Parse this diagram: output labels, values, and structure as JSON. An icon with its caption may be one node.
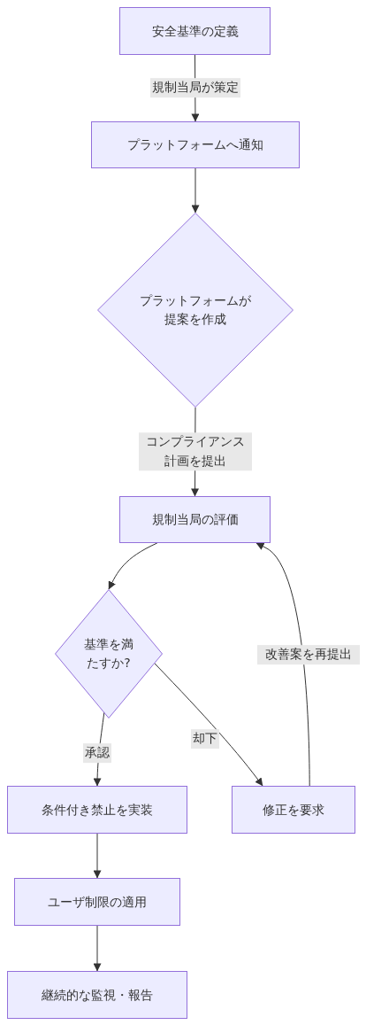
{
  "diagram": {
    "nodes": [
      {
        "text": [
          "安全基準の定義"
        ]
      },
      {
        "text": [
          "プラットフォームへ通知"
        ]
      },
      {
        "text": [
          "プラットフォームが提案を作成"
        ]
      },
      {
        "text": [
          "規制当局の評価"
        ]
      },
      {
        "text": [
          "基準を満たすか?"
        ]
      },
      {
        "text": [
          "条件付き禁止を実装"
        ]
      },
      {
        "text": [
          "修正を要求"
        ]
      },
      {
        "text": [
          "ユーザ制限の適用"
        ]
      },
      {
        "text": [
          "継続的な監視・報告"
        ]
      }
    ],
    "edges": [
      {
        "from": 0,
        "to": 1,
        "arrow": "to",
        "label": "規制当局が策定"
      },
      {
        "from": 1,
        "to": 2,
        "arrow": "to"
      },
      {
        "from": 2,
        "to": 3,
        "arrow": "to",
        "label": "コンプライアンス計画を提出"
      },
      {
        "from": 3,
        "to": 4,
        "arrow": "to"
      },
      {
        "from": 4,
        "to": 5,
        "arrow": "to",
        "label": "承認"
      },
      {
        "from": 4,
        "to": 6,
        "arrow": "to",
        "label": "却下"
      },
      {
        "from": 6,
        "to": 3,
        "arrow": "to",
        "label": "改善案を再提出"
      },
      {
        "from": 5,
        "to": 7,
        "arrow": "to"
      },
      {
        "from": 7,
        "to": 8,
        "arrow": "to"
      }
    ]
  }
}
